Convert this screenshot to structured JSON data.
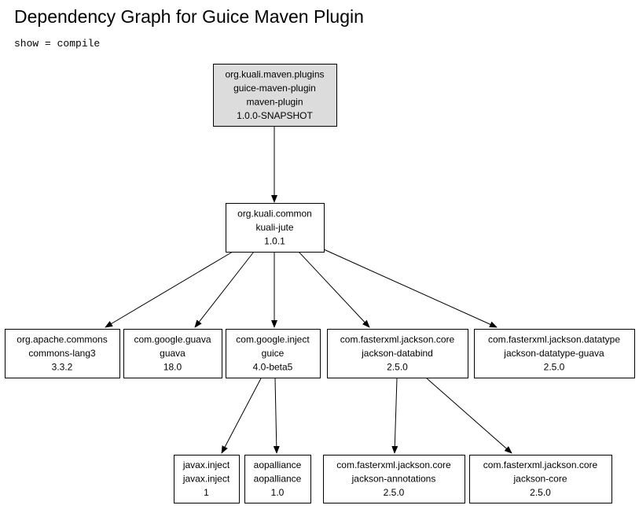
{
  "page": {
    "title": "Dependency Graph for Guice Maven Plugin",
    "filter": "show = compile"
  },
  "graph": {
    "nodes": [
      {
        "id": "root",
        "lines": [
          "org.kuali.maven.plugins",
          "guice-maven-plugin",
          "maven-plugin",
          "1.0.0-SNAPSHOT"
        ],
        "fill": "#dcdcdc"
      },
      {
        "id": "jute",
        "lines": [
          "org.kuali.common",
          "kuali-jute",
          "1.0.1"
        ],
        "fill": "#ffffff"
      },
      {
        "id": "lang3",
        "lines": [
          "org.apache.commons",
          "commons-lang3",
          "3.3.2"
        ],
        "fill": "#ffffff"
      },
      {
        "id": "guava",
        "lines": [
          "com.google.guava",
          "guava",
          "18.0"
        ],
        "fill": "#ffffff"
      },
      {
        "id": "guice",
        "lines": [
          "com.google.inject",
          "guice",
          "4.0-beta5"
        ],
        "fill": "#ffffff"
      },
      {
        "id": "databind",
        "lines": [
          "com.fasterxml.jackson.core",
          "jackson-databind",
          "2.5.0"
        ],
        "fill": "#ffffff"
      },
      {
        "id": "dtguava",
        "lines": [
          "com.fasterxml.jackson.datatype",
          "jackson-datatype-guava",
          "2.5.0"
        ],
        "fill": "#ffffff"
      },
      {
        "id": "inject",
        "lines": [
          "javax.inject",
          "javax.inject",
          "1"
        ],
        "fill": "#ffffff"
      },
      {
        "id": "aop",
        "lines": [
          "aopalliance",
          "aopalliance",
          "1.0"
        ],
        "fill": "#ffffff"
      },
      {
        "id": "annotations",
        "lines": [
          "com.fasterxml.jackson.core",
          "jackson-annotations",
          "2.5.0"
        ],
        "fill": "#ffffff"
      },
      {
        "id": "jcore",
        "lines": [
          "com.fasterxml.jackson.core",
          "jackson-core",
          "2.5.0"
        ],
        "fill": "#ffffff"
      }
    ],
    "edges": [
      {
        "from": "root",
        "to": "jute"
      },
      {
        "from": "jute",
        "to": "lang3"
      },
      {
        "from": "jute",
        "to": "guava"
      },
      {
        "from": "jute",
        "to": "guice"
      },
      {
        "from": "jute",
        "to": "databind"
      },
      {
        "from": "jute",
        "to": "dtguava"
      },
      {
        "from": "guice",
        "to": "inject"
      },
      {
        "from": "guice",
        "to": "aop"
      },
      {
        "from": "databind",
        "to": "annotations"
      },
      {
        "from": "databind",
        "to": "jcore"
      }
    ]
  }
}
